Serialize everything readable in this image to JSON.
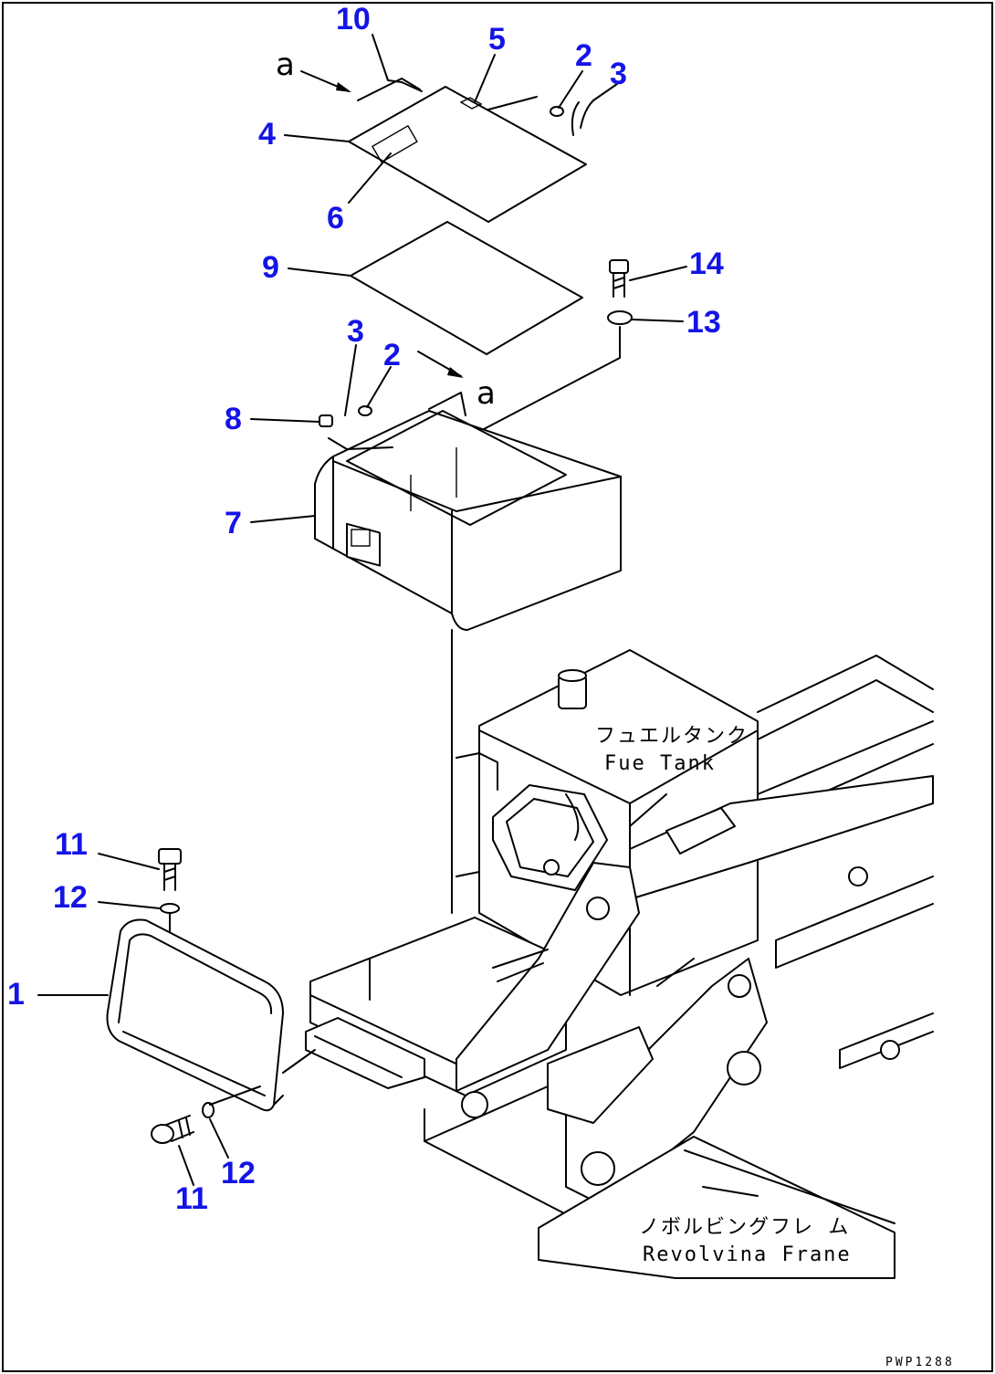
{
  "callouts": {
    "c10": "10",
    "c5": "5",
    "c2a": "2",
    "c3a": "3",
    "c4": "4",
    "c6": "6",
    "c9": "9",
    "c14": "14",
    "c13": "13",
    "c3b": "3",
    "c2b": "2",
    "c8": "8",
    "c7": "7",
    "c11a": "11",
    "c12a": "12",
    "c1": "1",
    "c12b": "12",
    "c11b": "11"
  },
  "refs": {
    "a_top": "a",
    "a_mid": "a"
  },
  "labels": {
    "fuel_tank_jp": "フュエルタンク",
    "fuel_tank_en": "Fue  Tank",
    "revolving_frame_jp": "ノボルビングフレ ム",
    "revolving_frame_en": "Revolvina Frane"
  },
  "drawing_code": "PWP1288",
  "colors": {
    "callout": "#1414e6",
    "line": "#000000",
    "background": "#ffffff"
  }
}
